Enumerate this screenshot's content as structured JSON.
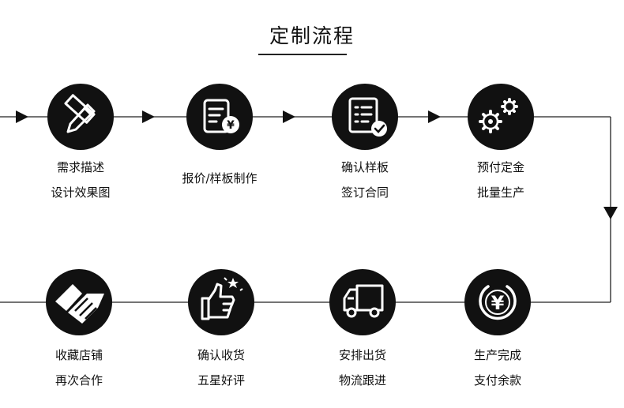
{
  "title": "定制流程",
  "steps": [
    {
      "icon": "pencil-ruler-icon",
      "line1": "需求描述",
      "line2": "设计效果图"
    },
    {
      "icon": "quote-document-yen-icon",
      "line1": "报价/样板制作",
      "line2": ""
    },
    {
      "icon": "checklist-confirm-icon",
      "line1": "确认样板",
      "line2": "签订合同"
    },
    {
      "icon": "gears-icon",
      "line1": "预付定金",
      "line2": "批量生产"
    },
    {
      "icon": "yen-coin-icon",
      "line1": "生产完成",
      "line2": "支付余款"
    },
    {
      "icon": "delivery-truck-icon",
      "line1": "安排出货",
      "line2": "物流跟进"
    },
    {
      "icon": "thumbs-up-icon",
      "line1": "确认收货",
      "line2": "五星好评"
    },
    {
      "icon": "handshake-icon",
      "line1": "收藏店铺",
      "line2": "再次合作"
    }
  ]
}
